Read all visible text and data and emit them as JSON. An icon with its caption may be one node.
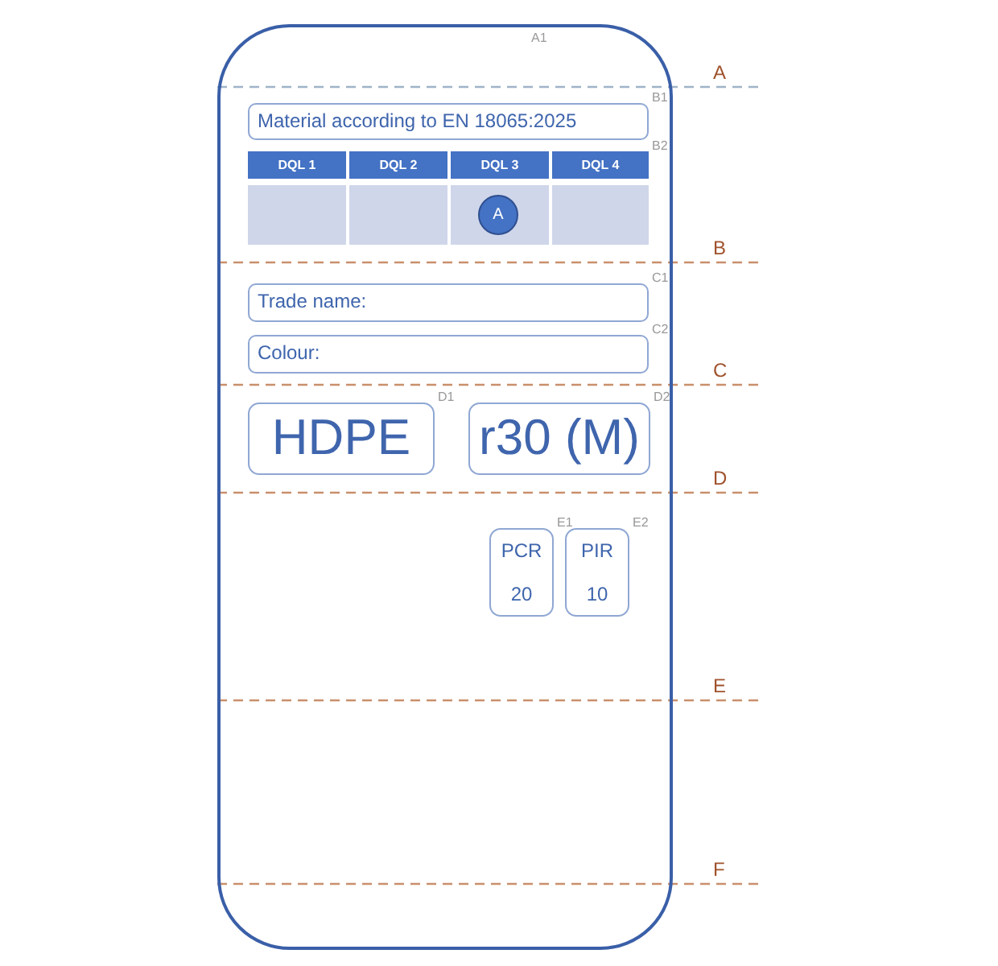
{
  "diagram": {
    "nodes": [
      {
        "text": [],
        "shape": "box"
      },
      {
        "text": [
          "Material according to EN 18065:2025"
        ],
        "in": 0,
        "beside": [
          "B1"
        ]
      },
      {
        "text": [],
        "shape": "box",
        "in": 0,
        "beside": [
          "B2"
        ]
      },
      {
        "text": [
          "DQL 1"
        ],
        "in": 2
      },
      {
        "text": [
          "DQL 2"
        ],
        "in": 2
      },
      {
        "text": [
          "DQL 3"
        ],
        "in": 2
      },
      {
        "text": [
          "DQL 4"
        ],
        "in": 2
      },
      {
        "text": [],
        "shape": "box",
        "in": 2
      },
      {
        "text": [],
        "shape": "box",
        "in": 2
      },
      {
        "text": [],
        "shape": "box",
        "in": 2
      },
      {
        "text": [],
        "shape": "box",
        "in": 2
      },
      {
        "text": [
          "A"
        ],
        "in": 9
      },
      {
        "text": [
          "Trade name:"
        ],
        "in": 0,
        "beside": [
          "C1"
        ]
      },
      {
        "text": [
          "Colour:"
        ],
        "in": 0,
        "beside": [
          "C2"
        ]
      },
      {
        "text": [
          "HDPE"
        ],
        "in": 0,
        "beside": [
          "D1"
        ]
      },
      {
        "text": [
          "r30 (M)"
        ],
        "in": 0,
        "beside": [
          "D2"
        ]
      },
      {
        "text": [
          "PCR",
          "20"
        ],
        "in": 0,
        "beside": [
          "E1"
        ]
      },
      {
        "text": [
          "PIR",
          "10"
        ],
        "in": 0,
        "beside": [
          "E2"
        ]
      }
    ],
    "labels": [
      "A1",
      "A",
      "B",
      "C",
      "D",
      "E",
      "F"
    ]
  }
}
